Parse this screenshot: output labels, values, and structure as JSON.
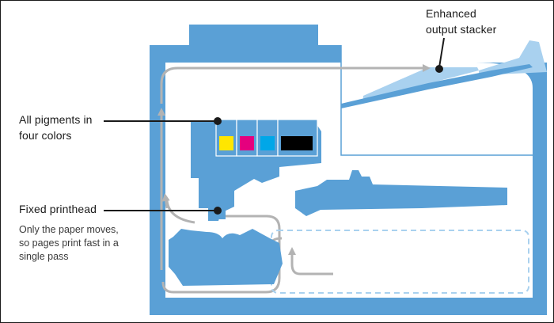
{
  "colors": {
    "printer_blue": "#5aa0d6",
    "light_blue": "#a9d1ef",
    "path_gray": "#b3b3b3",
    "leader_black": "#1a1a1a",
    "ink_yellow": "#ffe600",
    "ink_magenta": "#e5007e",
    "ink_cyan": "#00a7e8",
    "ink_black": "#000000"
  },
  "labels": {
    "stacker_line1": "Enhanced",
    "stacker_line2": "output stacker",
    "pigments_line1": "All pigments in",
    "pigments_line2": "four colors",
    "printhead_title": "Fixed printhead",
    "printhead_desc_line1": "Only the paper moves,",
    "printhead_desc_line2": "so pages print fast in a",
    "printhead_desc_line3": "single pass"
  },
  "ink_cartridges": [
    {
      "name": "yellow",
      "color": "#ffe600"
    },
    {
      "name": "magenta",
      "color": "#e5007e"
    },
    {
      "name": "cyan",
      "color": "#00a7e8"
    },
    {
      "name": "black",
      "color": "#000000"
    }
  ]
}
